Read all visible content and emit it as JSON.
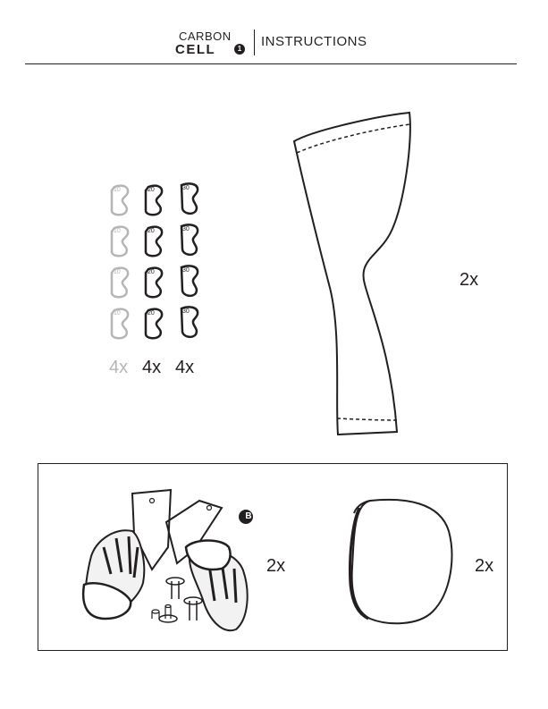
{
  "header": {
    "brand_top": "CARBON",
    "brand_bottom": "CELL",
    "brand_badge": "1",
    "title": "INSTRUCTIONS"
  },
  "inserts": {
    "columns": [
      {
        "label": "10",
        "quantity": "4x",
        "color": "#b5b5b5"
      },
      {
        "label": "20",
        "quantity": "4x",
        "color": "#231f20"
      },
      {
        "label": "30",
        "quantity": "4x",
        "color": "#231f20"
      }
    ]
  },
  "sleeve": {
    "quantity": "2x"
  },
  "kit": {
    "hinge_quantity": "2x",
    "hinge_badge": "B",
    "pad_quantity": "2x"
  },
  "colors": {
    "ink": "#231f20",
    "light_grey": "#b5b5b5"
  }
}
